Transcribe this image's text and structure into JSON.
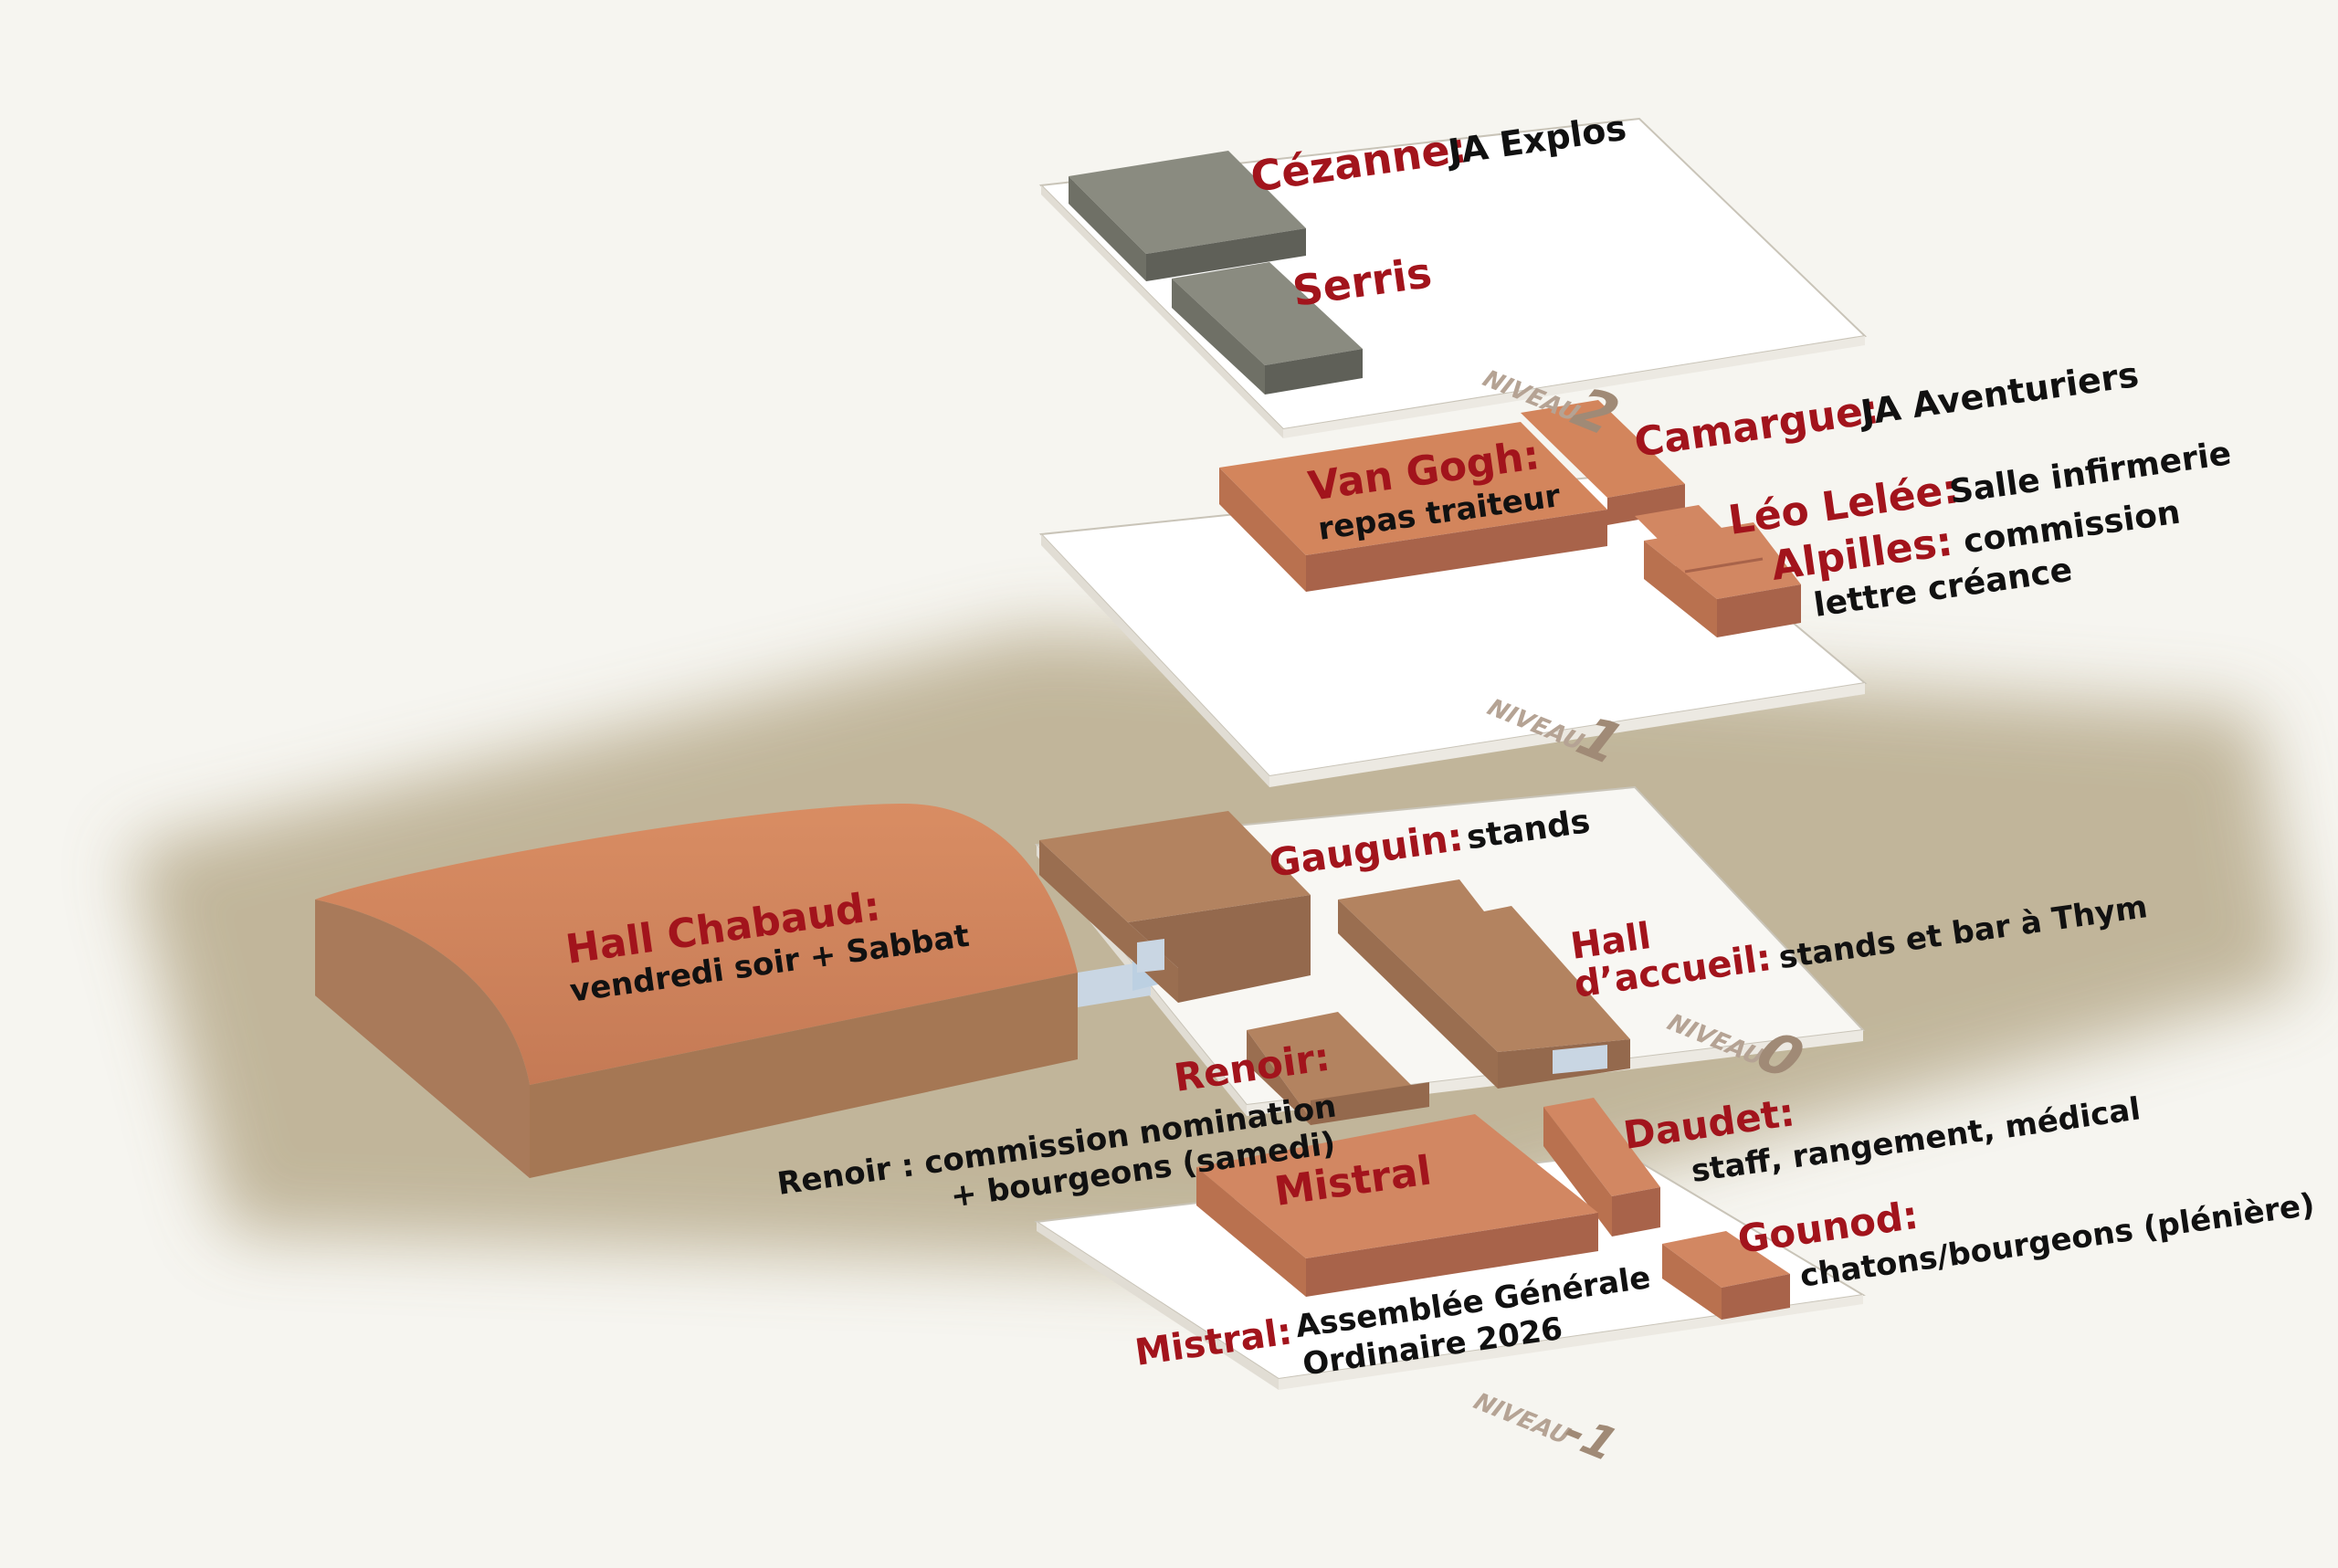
{
  "levels": {
    "level2": {
      "word": "NIVEAU",
      "number": "2"
    },
    "level1": {
      "word": "NIVEAU",
      "number": "1"
    },
    "level0": {
      "word": "NIVEAU",
      "number": "0"
    },
    "levelm1": {
      "word": "NIVEAU",
      "number": "-1"
    }
  },
  "rooms": {
    "cezanne": {
      "name": "Cézanne:",
      "desc": "JA Explos"
    },
    "serris": {
      "name": "Serris"
    },
    "camargue": {
      "name": "Camargue:",
      "desc": "JA Aventuriers"
    },
    "vangogh": {
      "name": "Van Gogh:",
      "desc": "repas traiteur"
    },
    "leolelee": {
      "name": "Léo Lelée:",
      "desc": "Salle infirmerie"
    },
    "alpilles": {
      "name": "Alpilles:",
      "desc_line1": "commission",
      "desc_line2": "lettre créance"
    },
    "hallchabaud": {
      "name": "Hall Chabaud:",
      "desc": "vendredi soir + Sabbat"
    },
    "gauguin": {
      "name": "Gauguin:",
      "desc": "stands"
    },
    "hallaccueil": {
      "name_line1": "Hall",
      "name_line2": "d’accueil:",
      "desc": "stands et bar à Thym"
    },
    "renoir": {
      "name": "Renoir:",
      "desc_line1": "Renoir : commission nomination",
      "desc_line2": "+ bourgeons (samedi)"
    },
    "daudet": {
      "name": "Daudet:",
      "desc": "staff, rangement, médical"
    },
    "mistral": {
      "name": "Mistral",
      "caption_name": "Mistral:",
      "desc_line1": "Assemblée Générale",
      "desc_line2": "Ordinaire 2026"
    },
    "gounod": {
      "name": "Gounod:",
      "desc": "chatons/bourgeons (plénière)"
    }
  },
  "colors": {
    "active_room": "#d3855c",
    "hall_room": "#b38360",
    "inactive_room": "#8a8b80",
    "label_red": "#a2141c",
    "level_text": "#b5a394"
  }
}
